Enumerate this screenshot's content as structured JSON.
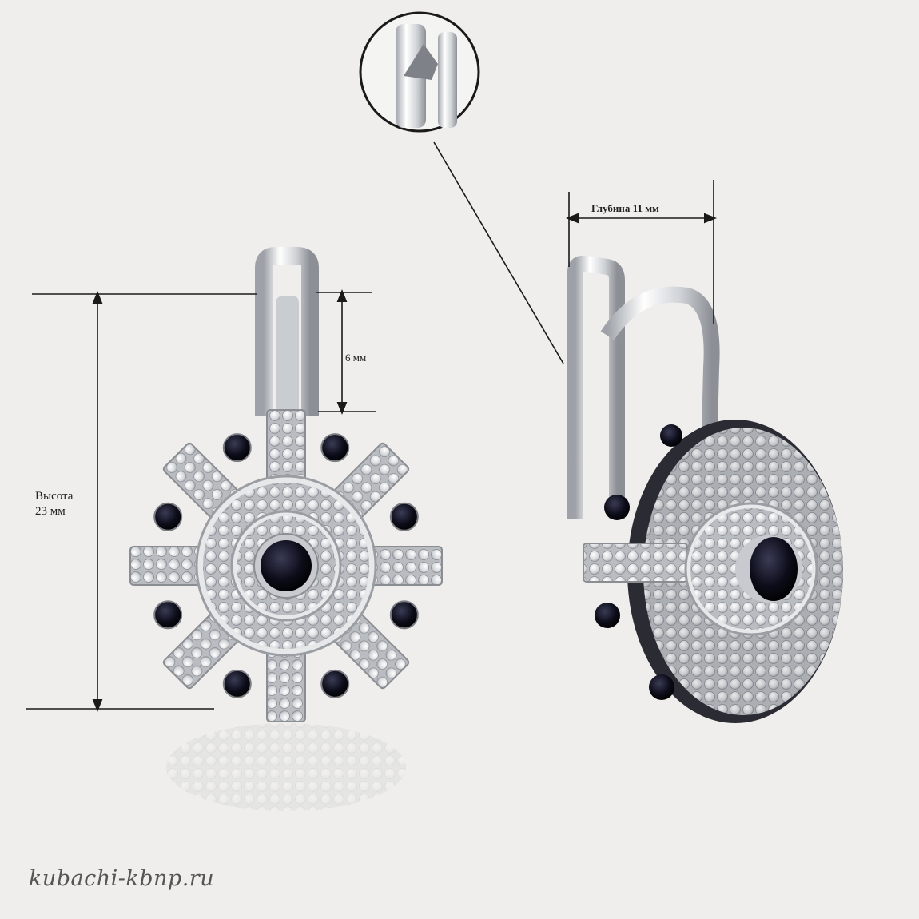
{
  "labels": {
    "height_line1": "Высота",
    "height_line2": "23 мм",
    "six_mm": "6 мм",
    "depth": "Глубина 11 мм"
  },
  "watermark": "kubachi-kbnp.ru",
  "colors": {
    "background": "#efeeec",
    "silver": "#d9dbde",
    "black_stone": "#0d0d1a",
    "dim_line": "#1a1a1a"
  }
}
